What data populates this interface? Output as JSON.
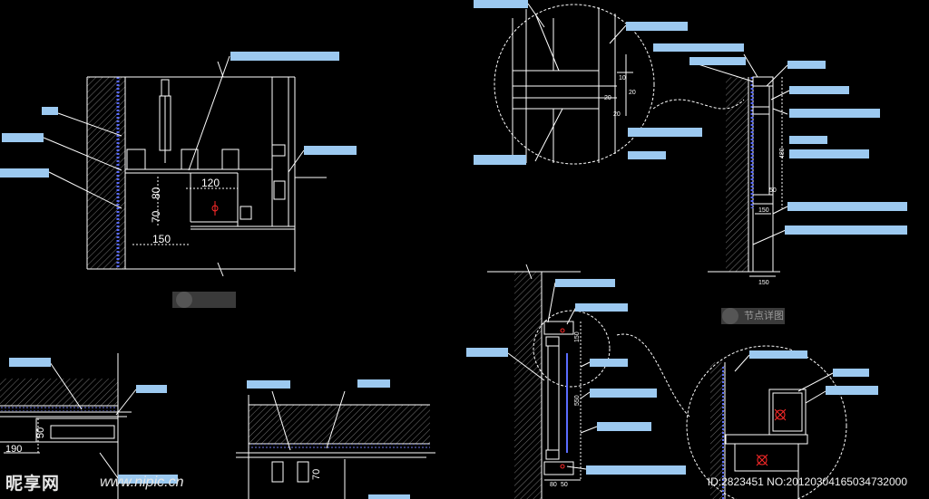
{
  "dims": {
    "d120": "120",
    "d80": "80",
    "d70": "70",
    "d150": "150",
    "d190": "190",
    "d50": "50",
    "d70b": "70",
    "c10": "10",
    "c20a": "20",
    "c20b": "20",
    "c20c": "20",
    "r480": "480",
    "r50": "50",
    "r150a": "150",
    "r150b": "150",
    "m150": "150",
    "m550": "550",
    "m80": "80",
    "m50": "50"
  },
  "titles": {
    "detail_right": "节点详图"
  },
  "watermark": {
    "logo": "昵享网",
    "url": "www.nipic.cn",
    "id": "ID:2823451 NO:20120304165034732000"
  },
  "colors": {
    "background": "#000000",
    "line": "#ffffff",
    "label": "#9cc9f0",
    "hatch": "#6b6b6b",
    "accent": "#ff2a2a",
    "blue_dots": "#5a6cff"
  }
}
